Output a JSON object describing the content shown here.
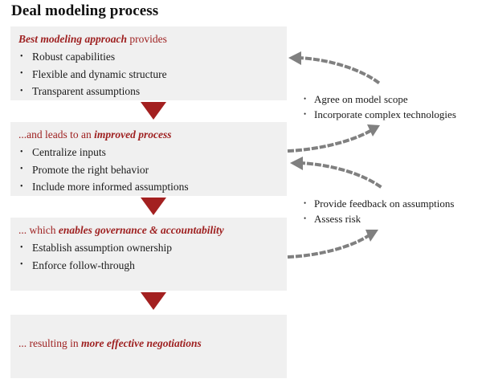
{
  "page": {
    "title": "Deal modeling process",
    "accent_red": "#9e2020",
    "triangle_red": "#a32020",
    "box_fill": "#f0f0f0",
    "arrow_gray": "#808080",
    "text_black": "#1a1a1a"
  },
  "flow": {
    "boxes": [
      {
        "heading_emph": "Best modeling approach",
        "heading_plain": " provides",
        "heading_order": "emph-first",
        "bullets": [
          "Robust capabilities",
          "Flexible and dynamic structure",
          "Transparent assumptions"
        ]
      },
      {
        "heading_plain": "...and leads to an ",
        "heading_emph": "improved process",
        "heading_order": "plain-first",
        "bullets": [
          "Centralize inputs",
          "Promote the right behavior",
          "Include more informed assumptions"
        ]
      },
      {
        "heading_plain": "... which ",
        "heading_emph": "enables governance & accountability",
        "heading_order": "plain-first",
        "bullets": [
          "Establish assumption ownership",
          "Enforce follow-through"
        ]
      },
      {
        "heading_plain": "... resulting in ",
        "heading_emph": "more effective negotiations",
        "heading_order": "plain-first",
        "bullets": []
      }
    ],
    "connectors": [
      "down-triangle",
      "down-triangle",
      "down-triangle"
    ]
  },
  "annotations": {
    "group_1": {
      "items": [
        "Agree on model scope",
        "Incorporate complex technologies"
      ]
    },
    "group_2": {
      "items": [
        "Provide feedback on assumptions",
        "Assess risk"
      ]
    }
  },
  "arrows": [
    {
      "name": "feedback-arrow-to-box-1",
      "direction": "left"
    },
    {
      "name": "feedback-arrow-from-box-2-up",
      "direction": "up-right"
    },
    {
      "name": "feedback-arrow-to-box-2",
      "direction": "left"
    },
    {
      "name": "feedback-arrow-from-box-3-up",
      "direction": "up-right"
    }
  ]
}
